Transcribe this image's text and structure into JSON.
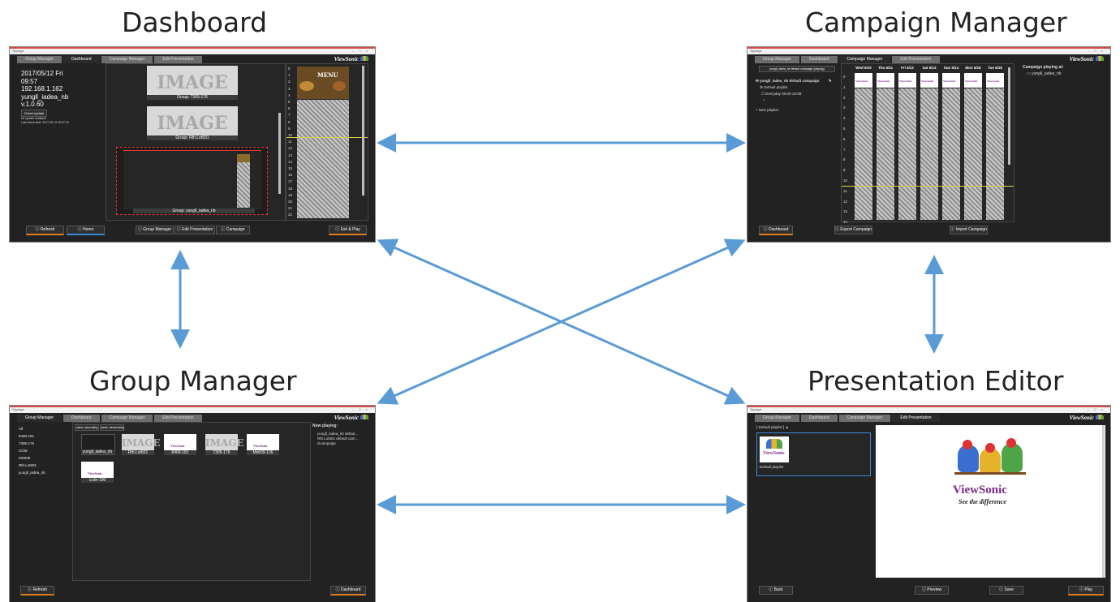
{
  "titles": {
    "dashboard": "Dashboard",
    "campaign": "Campaign Manager",
    "group": "Group Manager",
    "presentation": "Presentation Editor"
  },
  "colors": {
    "arrow": "#5b9bd5",
    "accent_orange": "#e07b1f",
    "accent_blue": "#3b8ad8",
    "titlebar_red": "#d84b4b"
  },
  "brand": "ViewSonic",
  "app_title": "Signage",
  "tabs": {
    "group": "Group Manager",
    "dashboard": "Dashboard",
    "campaign": "Campaign Manager",
    "edit": "Edit Presentation"
  },
  "dashboard": {
    "info": [
      "2017/05/12 Fri",
      "09:57",
      "192.168.1.162",
      "yungll_iadea_nb",
      "v.1.0.60"
    ],
    "check_update": "Check update",
    "notes": [
      "No update available",
      "Last check time: 2017-05-12 09:57:15"
    ],
    "groups": [
      "Group: 7305-176",
      "Group: Rth.Lot601",
      "Group: yungll_iadea_nb"
    ],
    "image_placeholder": "IMAGE",
    "hours": [
      "0",
      "1",
      "2",
      "3",
      "4",
      "5",
      "6",
      "7",
      "8",
      "9",
      "10",
      "11",
      "12",
      "13",
      "14",
      "15",
      "16",
      "17",
      "18",
      "19",
      "20",
      "21",
      "22"
    ],
    "menu_label": "MENU",
    "buttons": {
      "refresh": "Refresh",
      "home": "Home",
      "group_manager": "Group Manager",
      "edit_presentation": "Edit Presentation",
      "campaign": "Campaign",
      "exit_play": "Exit & Play"
    }
  },
  "campaign": {
    "dropdown": "yungll_iadea_nb default campaign (playing)",
    "campaign_name": "yungll_iadea_nb default campaign",
    "default_playlist": "Default playlist",
    "schedule": "Everyday 00:00-23:59",
    "plus": "+",
    "new_playlist": "+ New playlist",
    "days": [
      "Wed 5/10",
      "Thu 5/11",
      "Fri 5/12",
      "Sat 5/13",
      "Sun 5/14",
      "Mon 5/15",
      "Tue 5/16"
    ],
    "hours": [
      "0",
      "1",
      "2",
      "3",
      "4",
      "5",
      "6",
      "7",
      "8",
      "9",
      "10",
      "11",
      "12",
      "13",
      "14"
    ],
    "card_text": "ViewSonic",
    "playing_at_label": "Campaign playing at:",
    "playing_at_value": "yungll_iadea_nb",
    "buttons": {
      "dashboard": "Dashboard",
      "export": "Export Campaign",
      "import": "Import Campaign"
    }
  },
  "group_manager": {
    "groups": [
      "All",
      "8400-181",
      "7305-176",
      "COM",
      "MS609",
      "Rth.Lot601",
      "yungll_iadea_nb"
    ],
    "sort": [
      "name, ascending",
      "name, descending"
    ],
    "thumbs": [
      "yungll_iadea_nb",
      "Rth.Lot601",
      "8400-181",
      "7305-176",
      "Ms609-126",
      "ccdn-190"
    ],
    "image_placeholder": "IMAGE",
    "now_playing_label": "Now playing:",
    "now_playing": [
      "yungll_iadea_nb defaul...",
      "Rth.Lot601 default cam...",
      "Dcampaign"
    ],
    "buttons": {
      "refresh": "Refresh",
      "dashboard": "Dashboard"
    }
  },
  "presentation": {
    "playlist_label": "[ Default playlist ] ▲",
    "thumb_label": "Default playlist",
    "preview_brand": "ViewSonic",
    "preview_slogan": "See the difference",
    "buttons": {
      "back": "Back",
      "preview": "Preview",
      "save": "Save",
      "play": "Play"
    }
  }
}
